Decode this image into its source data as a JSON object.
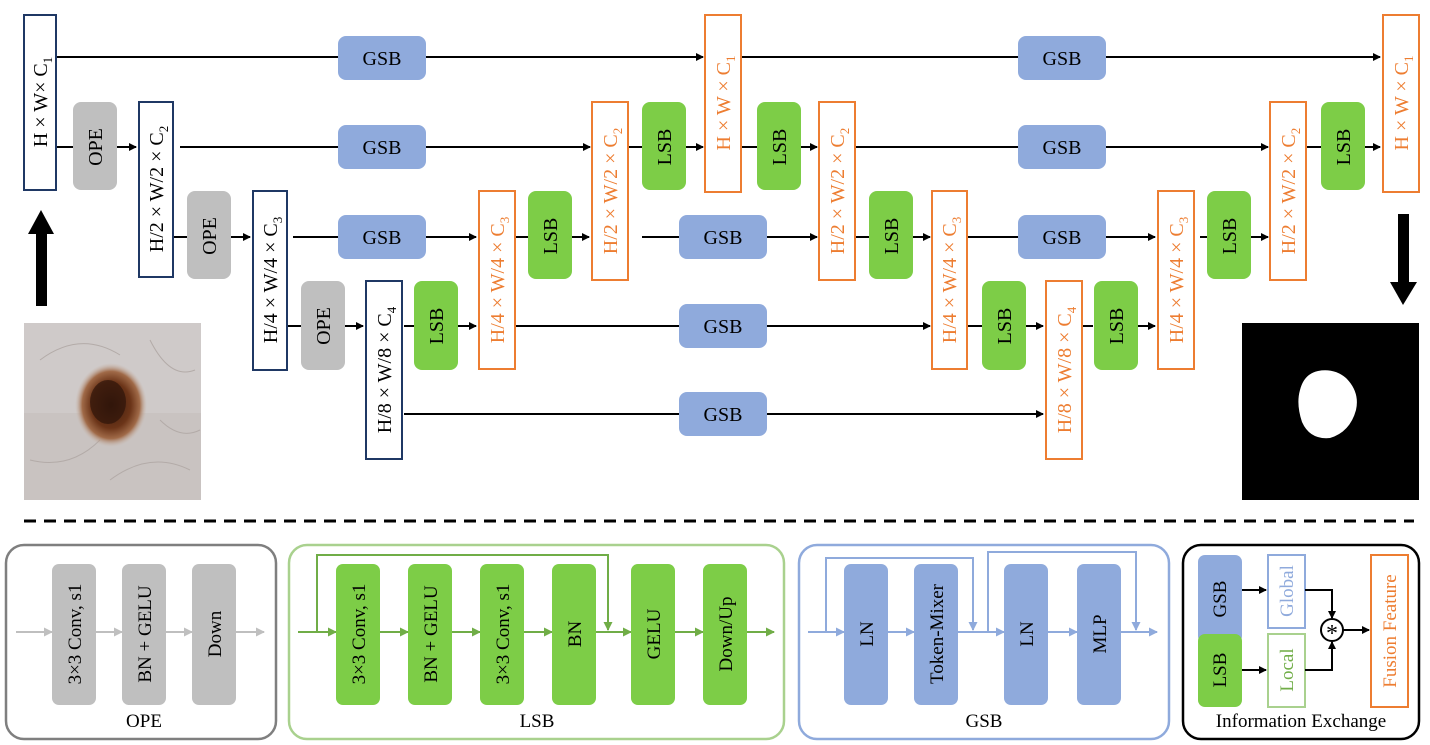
{
  "feature_maps": {
    "enc1": "H × W× C",
    "enc1_sub": "1",
    "enc2": "H/2 × W/2 × C",
    "enc2_sub": "2",
    "enc3": "H/4 × W/4 × C",
    "enc3_sub": "3",
    "enc4": "H/8 × W/8 × C",
    "enc4_sub": "4",
    "d1": "H/4 × W/4 × C",
    "d1_sub": "3",
    "d2": "H/2 × W/2 × C",
    "d2_sub": "2",
    "d3": "H × W × C",
    "d3_sub": "1",
    "d4": "H/2 × W/2 × C",
    "d4_sub": "2",
    "d5": "H/4 × W/4 × C",
    "d5_sub": "3",
    "d6": "H/8 × W/8 × C",
    "d6_sub": "4",
    "d7": "H/4 × W/4 × C",
    "d7_sub": "3",
    "d8": "H/2 × W/2 × C",
    "d8_sub": "2",
    "d9": "H × W × C",
    "d9_sub": "1"
  },
  "blocks": {
    "ope": "OPE",
    "lsb": "LSB",
    "gsb": "GSB"
  },
  "panels": {
    "ope": {
      "caption": "OPE",
      "items": [
        "3×3 Conv, s1",
        "BN + GELU",
        "Down"
      ]
    },
    "lsb": {
      "caption": "LSB",
      "items": [
        "3×3 Conv, s1",
        "BN + GELU",
        "3×3 Conv, s1",
        "BN",
        "GELU",
        "Down/Up"
      ]
    },
    "gsb": {
      "caption": "GSB",
      "items": [
        "LN",
        "Token-Mixer",
        "LN",
        "MLP"
      ]
    },
    "info": {
      "caption": "Information Exchange",
      "gsb": "GSB",
      "lsb": "LSB",
      "global": "Global",
      "local": "Local",
      "fusion": "Fusion Feature",
      "op": "*"
    }
  },
  "colors": {
    "navy": "#1f3864",
    "orange": "#ed7d31",
    "gray_block": "#bfbfbf",
    "green_block": "#7dcd47",
    "blue_block": "#8faadc",
    "panel_gray": "#7f7f7f",
    "panel_green": "#a9d18e",
    "panel_blue": "#8faadc",
    "light_gray_arrow": "#bfbfbf",
    "green_arrow": "#70ad47",
    "blue_arrow": "#8faadc"
  }
}
